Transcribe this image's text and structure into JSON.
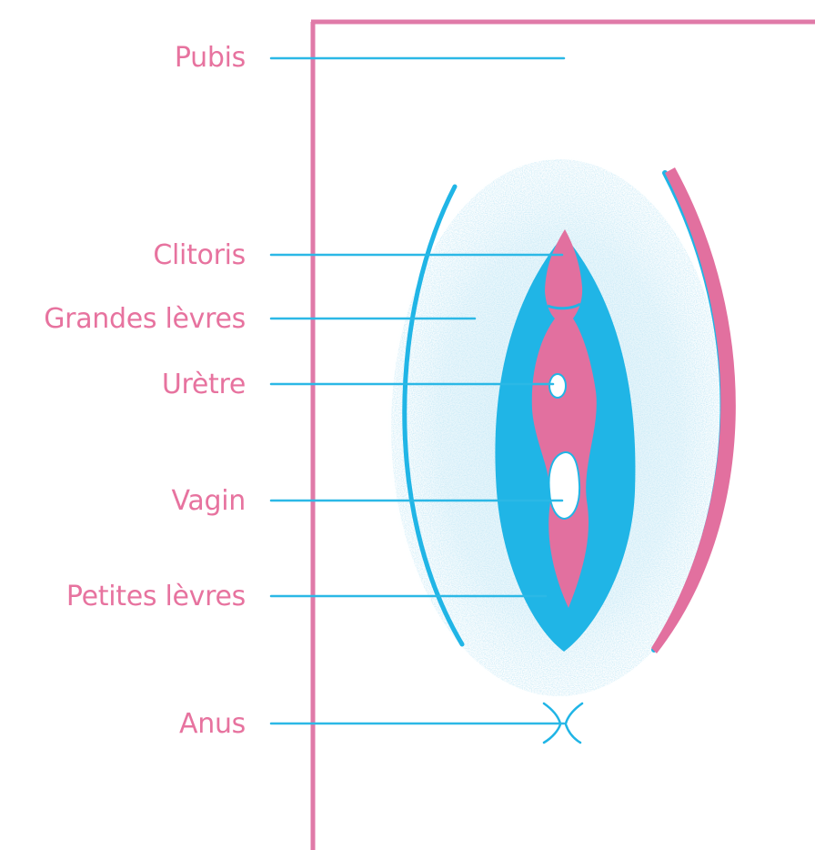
{
  "colors": {
    "label_text": "#e7739f",
    "leader_line": "#2bb8e6",
    "frame_line": "#e07aa8",
    "pink_fill": "#e2709f",
    "blue_fill": "#20b5e6",
    "light_blue_texture": "#c8e8f5"
  },
  "labels": [
    {
      "key": "pubis",
      "text": "Pubis"
    },
    {
      "key": "clitoris",
      "text": "Clitoris"
    },
    {
      "key": "grandes_levres",
      "text": "Grandes lèvres"
    },
    {
      "key": "uretre",
      "text": "Urètre"
    },
    {
      "key": "vagin",
      "text": "Vagin"
    },
    {
      "key": "petites_levres",
      "text": "Petites lèvres"
    },
    {
      "key": "anus",
      "text": "Anus"
    }
  ]
}
